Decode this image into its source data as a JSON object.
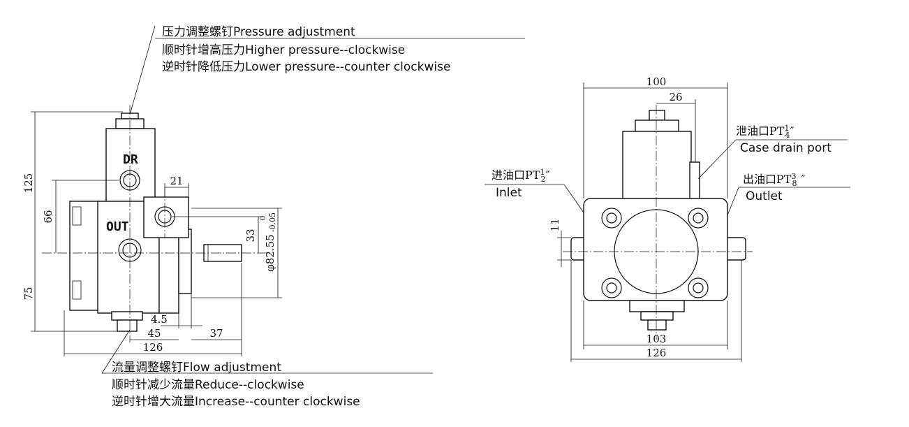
{
  "left_view": {
    "pressure_note": {
      "title": "压力调整螺钉Pressure adjustment",
      "line1": "顺时针增高压力Higher pressure--clockwise",
      "line2": "逆时针降低压力Lower pressure--counter clockwise"
    },
    "flow_note": {
      "title": "流量调整螺钉Flow  adjustment",
      "line1": "顺时针减少流量Reduce--clockwise",
      "line2": "逆时针增大流量Increase--counter clockwise"
    },
    "marks": {
      "dr": "DR",
      "out": "OUT"
    },
    "dims": {
      "h125": "125",
      "h66": "66",
      "h75": "75",
      "w21": "21",
      "h33": "33",
      "shaft": "φ82.55",
      "tol_upper": "0",
      "tol_lower": "-0.05",
      "w4_5": "4.5",
      "w45": "45",
      "w37": "37",
      "w126": "126"
    }
  },
  "right_view": {
    "drain": {
      "cn": "泄油口PT",
      "num": "1",
      "den": "4",
      "unit": "″",
      "en": "Case drain port"
    },
    "inlet": {
      "cn": "进油口PT",
      "num": "1",
      "den": "2",
      "unit": "″",
      "en": "Inlet"
    },
    "outlet": {
      "cn": "出油口PT",
      "num": "3",
      "den": "8",
      "unit": "″",
      "en": "Outlet"
    },
    "dims": {
      "w100": "100",
      "w26": "26",
      "h11": "11",
      "w103": "103",
      "w126": "126"
    }
  }
}
